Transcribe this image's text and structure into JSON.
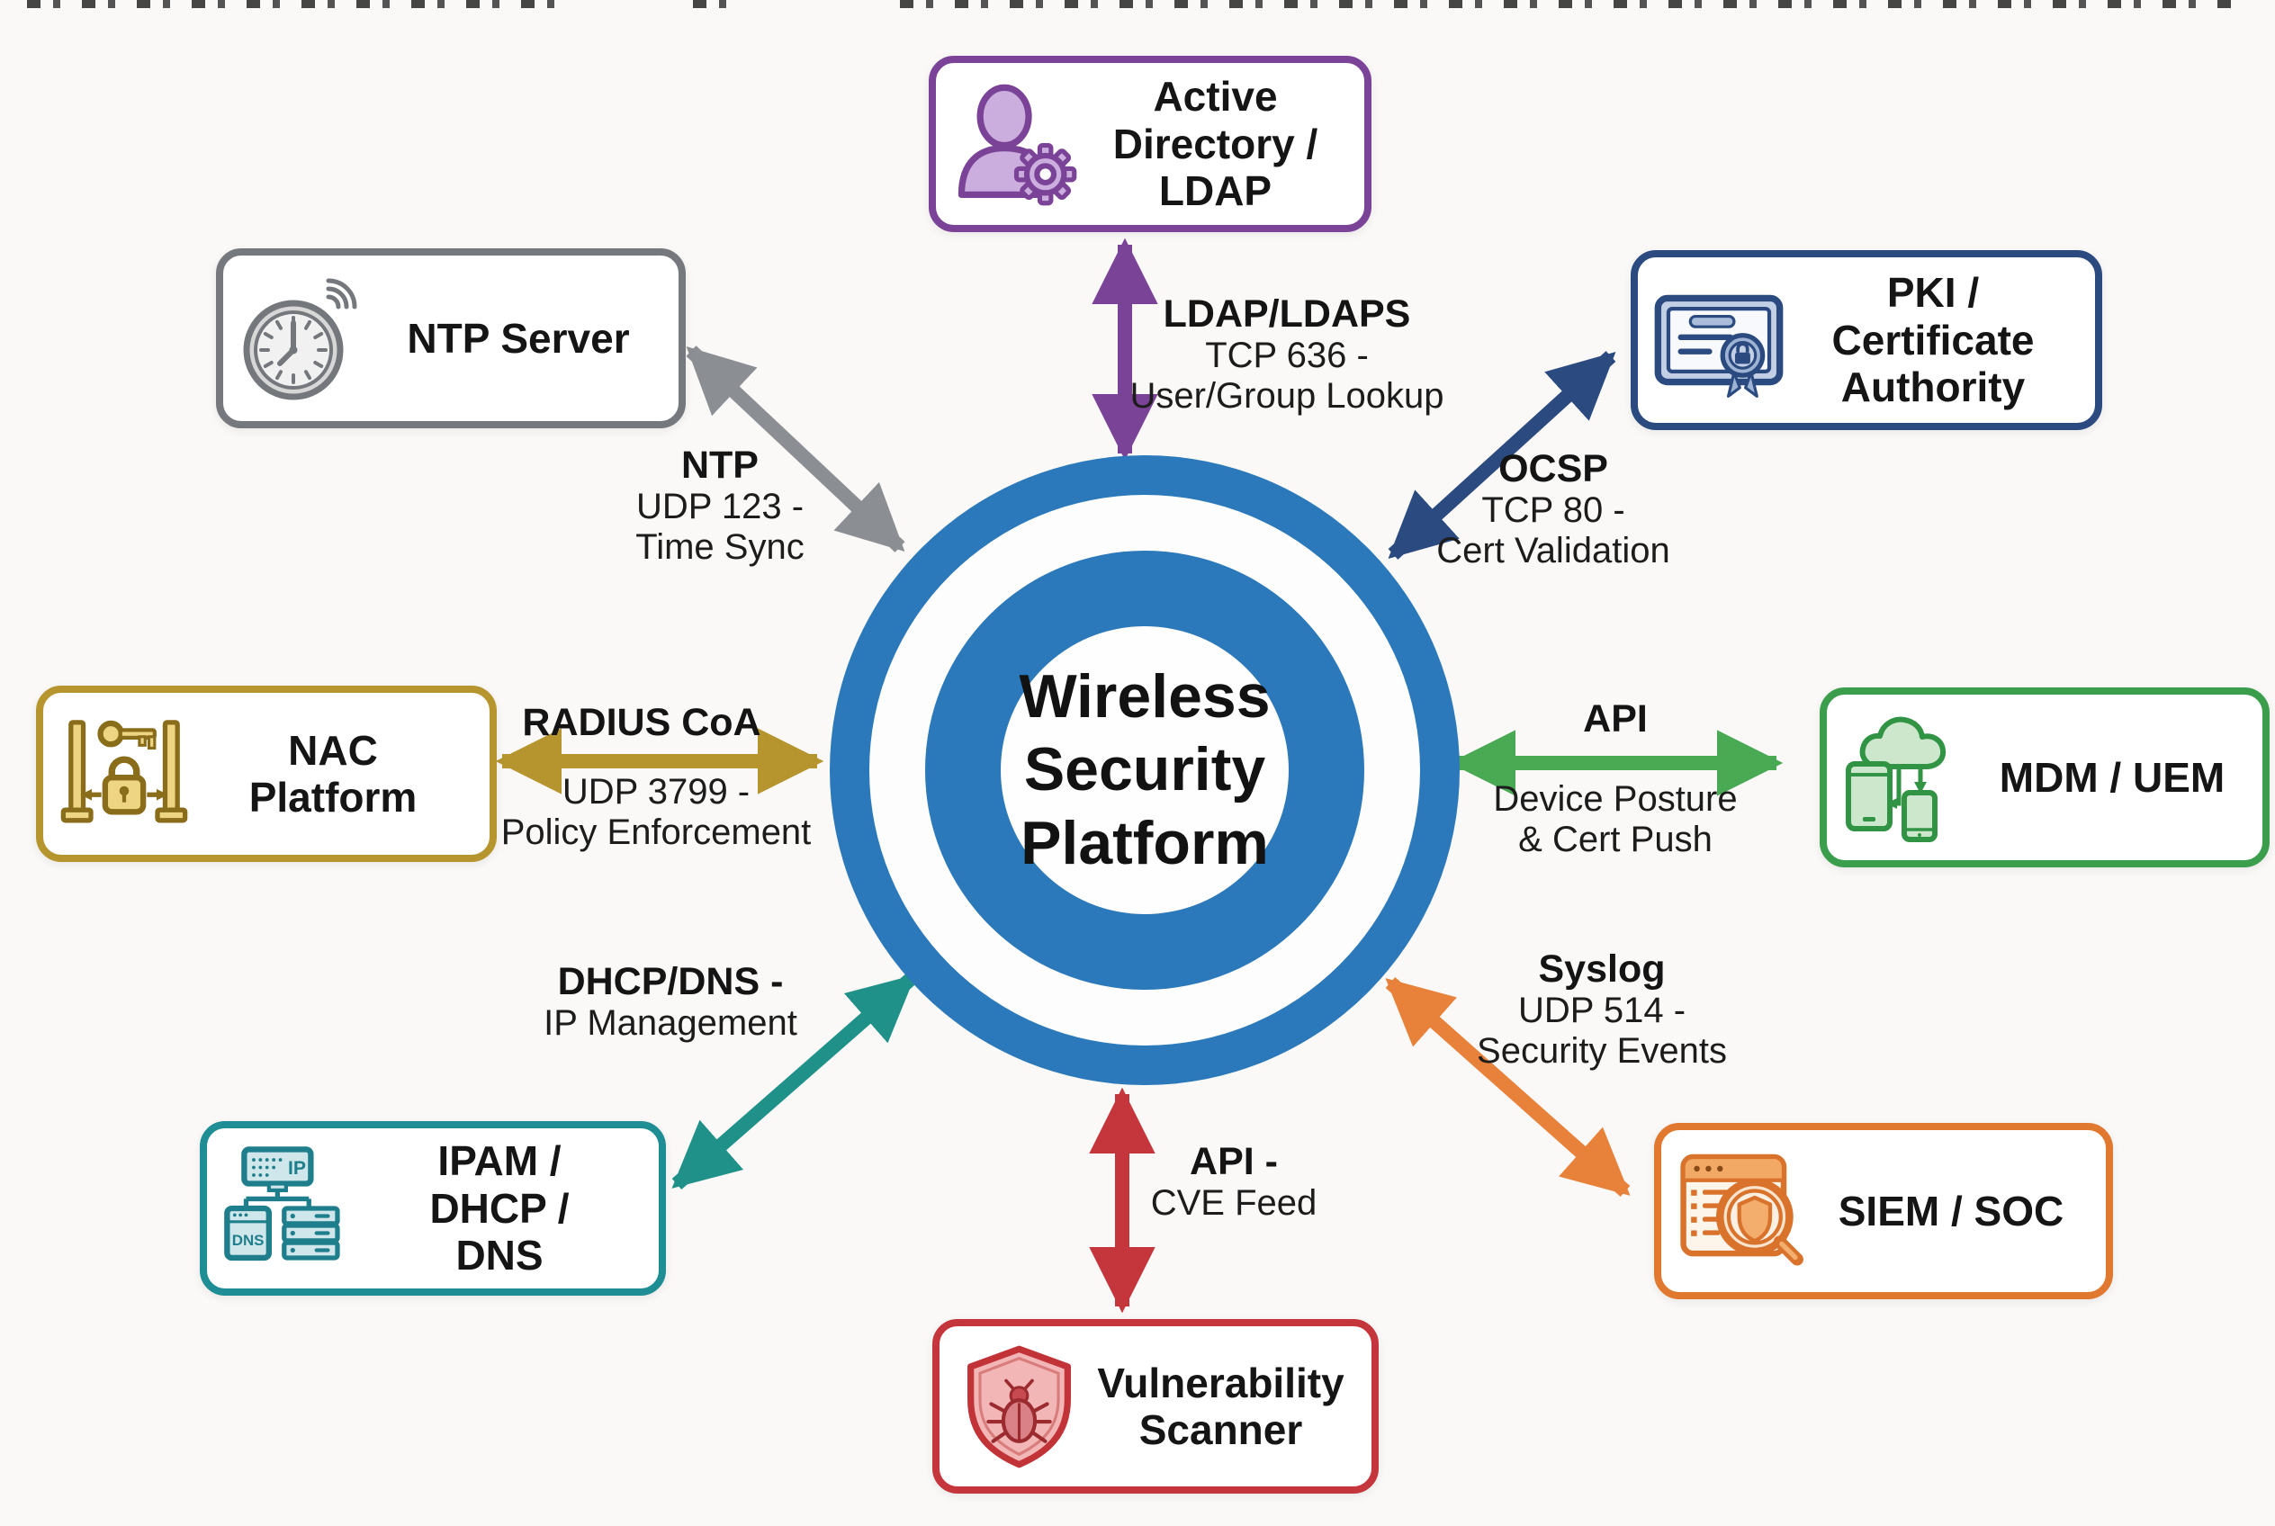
{
  "center": {
    "label": "Wireless Security Platform",
    "ring_color": "#2b79ba"
  },
  "nodes": [
    {
      "label": "Active Directory / LDAP",
      "icon": "user-gear-icon",
      "color": "#7b4397"
    },
    {
      "label": "PKI / Certificate Authority",
      "icon": "certificate-icon",
      "color": "#2b4a80"
    },
    {
      "label": "MDM / UEM",
      "icon": "cloud-devices-icon",
      "color": "#3a9e4d"
    },
    {
      "label": "SIEM / SOC",
      "icon": "log-magnifier-shield-icon",
      "color": "#e0792f"
    },
    {
      "label": "Vulnerability Scanner",
      "icon": "shield-bug-icon",
      "color": "#c4353c"
    },
    {
      "label": "IPAM / DHCP / DNS",
      "icon": "ip-dns-servers-icon",
      "color": "#1f8e94",
      "icon_texts": [
        "IP",
        "DNS"
      ]
    },
    {
      "label": "NAC Platform",
      "icon": "gate-key-lock-icon",
      "color": "#b6952f"
    },
    {
      "label": "NTP Server",
      "icon": "clock-sync-icon",
      "color": "#75797d"
    }
  ],
  "connections": [
    {
      "protocol": "LDAP/LDAPS",
      "detail1": "TCP 636 -",
      "detail2": "User/Group Lookup",
      "color": "#7b4397"
    },
    {
      "protocol": "OCSP",
      "detail1": "TCP 80 -",
      "detail2": "Cert Validation",
      "color": "#2b4a80"
    },
    {
      "protocol": "API",
      "detail1": "Device Posture",
      "detail2": "& Cert Push",
      "color": "#3a9e4d"
    },
    {
      "protocol": "Syslog",
      "detail1": "UDP 514 -",
      "detail2": "Security Events",
      "color": "#e0792f"
    },
    {
      "protocol": "API -",
      "detail1": "CVE Feed",
      "color": "#c4353c"
    },
    {
      "protocol": "DHCP/DNS -",
      "detail1": "IP Management",
      "color": "#1f8e94"
    },
    {
      "protocol": "RADIUS CoA",
      "detail1": "UDP 3799 -",
      "detail2": "Policy Enforcement",
      "color": "#b6952f"
    },
    {
      "protocol": "NTP",
      "detail1": "UDP 123 -",
      "detail2": "Time Sync",
      "color": "#75797d"
    }
  ]
}
